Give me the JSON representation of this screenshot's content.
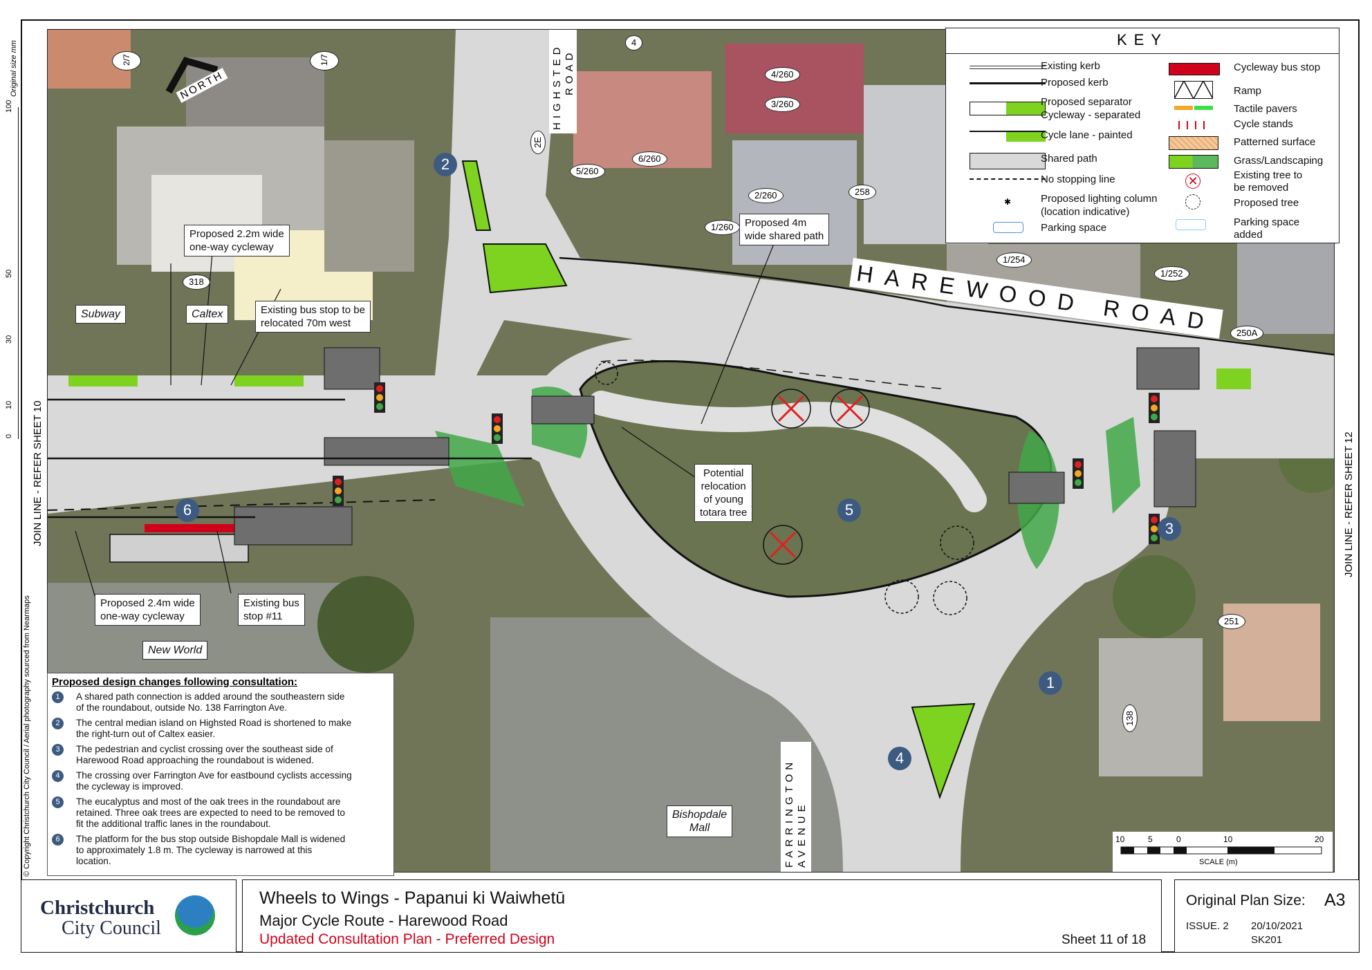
{
  "north_label": "NORTH",
  "road_names": {
    "harewood": "HAREWOOD ROAD",
    "highsted_line1": "HIGHSTED",
    "highsted_line2": "ROAD",
    "farrington_line1": "FARRINGTON",
    "farrington_line2": "AVENUE"
  },
  "property_numbers": [
    "2/7",
    "1/7",
    "4",
    "2E",
    "4/260",
    "3/260",
    "6/260",
    "5/260",
    "2/260",
    "1/260",
    "258",
    "1/254",
    "1/252",
    "250A",
    "318",
    "251",
    "138"
  ],
  "place_labels": {
    "subway": "Subway",
    "caltex": "Caltex",
    "new_world": "New World",
    "bishopdale_line1": "Bishopdale",
    "bishopdale_line2": "Mall"
  },
  "callouts": {
    "cycleway_22_line1": "Proposed 2.2m wide",
    "cycleway_22_line2": "one-way cycleway",
    "bus_stop_reloc_line1": "Existing bus stop to be",
    "bus_stop_reloc_line2": "relocated 70m west",
    "shared_path_line1": "Proposed 4m",
    "shared_path_line2": "wide shared path",
    "totara_line1": "Potential",
    "totara_line2": "relocation",
    "totara_line3": "of young",
    "totara_line4": "totara tree",
    "cycleway_24_line1": "Proposed 2.4m wide",
    "cycleway_24_line2": "one-way cycleway",
    "bus_stop_11_line1": "Existing bus",
    "bus_stop_11_line2": "stop #11"
  },
  "badges": [
    "1",
    "2",
    "3",
    "4",
    "5",
    "6"
  ],
  "side_text": {
    "join_left": "JOIN LINE - REFER SHEET 10",
    "join_right": "JOIN LINE - REFER SHEET 12",
    "copyright": "© Copyright Christchurch City Council  /  Aerial photography sourced from Nearmaps",
    "original_size": "Original size mm"
  },
  "ruler_ticks": [
    "100",
    "50",
    "30",
    "10",
    "0"
  ],
  "key": {
    "title": "KEY",
    "items_left": [
      "Existing kerb",
      "Proposed kerb",
      "Proposed separator",
      "Cycleway - separated",
      "Cycle lane - painted",
      "Shared path",
      "No stopping line",
      "Proposed lighting column",
      "(location indicative)",
      "Parking space"
    ],
    "items_right": [
      "Cycleway bus stop",
      "Ramp",
      "Tactile pavers",
      "Cycle stands",
      "Patterned surface",
      "Grass/Landscaping",
      "Existing tree to",
      "be removed",
      "Proposed tree",
      "Parking space",
      "added"
    ]
  },
  "notes": {
    "heading": "Proposed design changes following consultation:",
    "items": [
      {
        "n": "1",
        "lines": [
          "A shared path connection is added around the southeastern side",
          "of the roundabout, outside No. 138 Farrington Ave."
        ]
      },
      {
        "n": "2",
        "lines": [
          "The central median island on Highsted Road is shortened to make",
          "the right-turn out of Caltex easier."
        ]
      },
      {
        "n": "3",
        "lines": [
          "The pedestrian and cyclist crossing over the southeast side of",
          "Harewood Road approaching the roundabout is widened."
        ]
      },
      {
        "n": "4",
        "lines": [
          "The crossing over Farrington Ave for eastbound cyclists accessing",
          "the cycleway is improved."
        ]
      },
      {
        "n": "5",
        "lines": [
          "The eucalyptus and most of the oak trees in the roundabout are",
          "retained.  Three oak trees are expected to need to be removed to",
          "fit the additional traffic lanes in the roundabout."
        ]
      },
      {
        "n": "6",
        "lines": [
          "The platform for the bus stop outside Bishopdale Mall is widened",
          "to approximately 1.8 m.  The cycleway is narrowed at this",
          "location."
        ]
      }
    ]
  },
  "scale_bar": {
    "ticks": [
      "10",
      "5",
      "0",
      "10",
      "20"
    ],
    "label": "SCALE (m)"
  },
  "title_block": {
    "council_line1": "Christchurch",
    "council_line2": "City Council",
    "project": "Wheels to Wings - Papanui ki Waiwhetū",
    "subtitle": "Major Cycle Route - Harewood Road",
    "status": "Updated Consultation Plan - Preferred Design",
    "sheet": "Sheet 11 of 18",
    "plan_size_label": "Original Plan Size:",
    "plan_size": "A3",
    "issue": "ISSUE. 2",
    "date": "20/10/2021",
    "drawing_no": "SK201"
  },
  "colors": {
    "badge": "#3d5a80",
    "landscape": "#7ed321",
    "bus_stop": "#d0021b",
    "status_text": "#d0021b",
    "road": "#d9d9d9",
    "aerial": "#6f7356"
  }
}
